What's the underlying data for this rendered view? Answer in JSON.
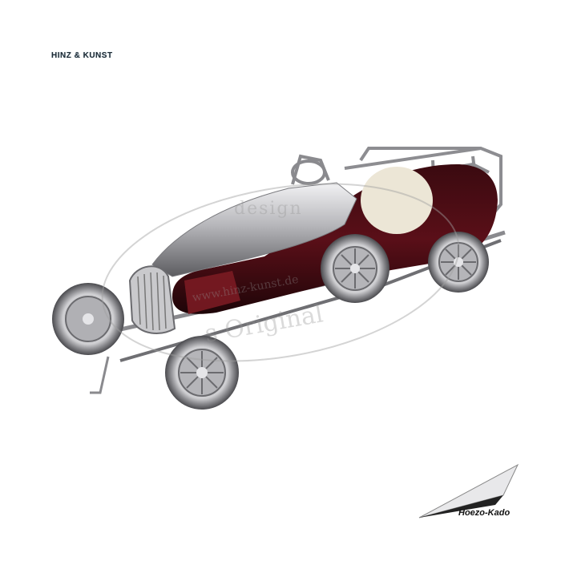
{
  "brand_logo": "HINZ & KUNST",
  "watermark": {
    "design": "design",
    "url": "www.hinz-kunst.de",
    "original": "s Original"
  },
  "corner_logo": {
    "label": "Hoezo-Kado"
  },
  "colors": {
    "chrome": "#9a9a9e",
    "wine": "#5a0f18",
    "label": "#e9e2d0"
  }
}
